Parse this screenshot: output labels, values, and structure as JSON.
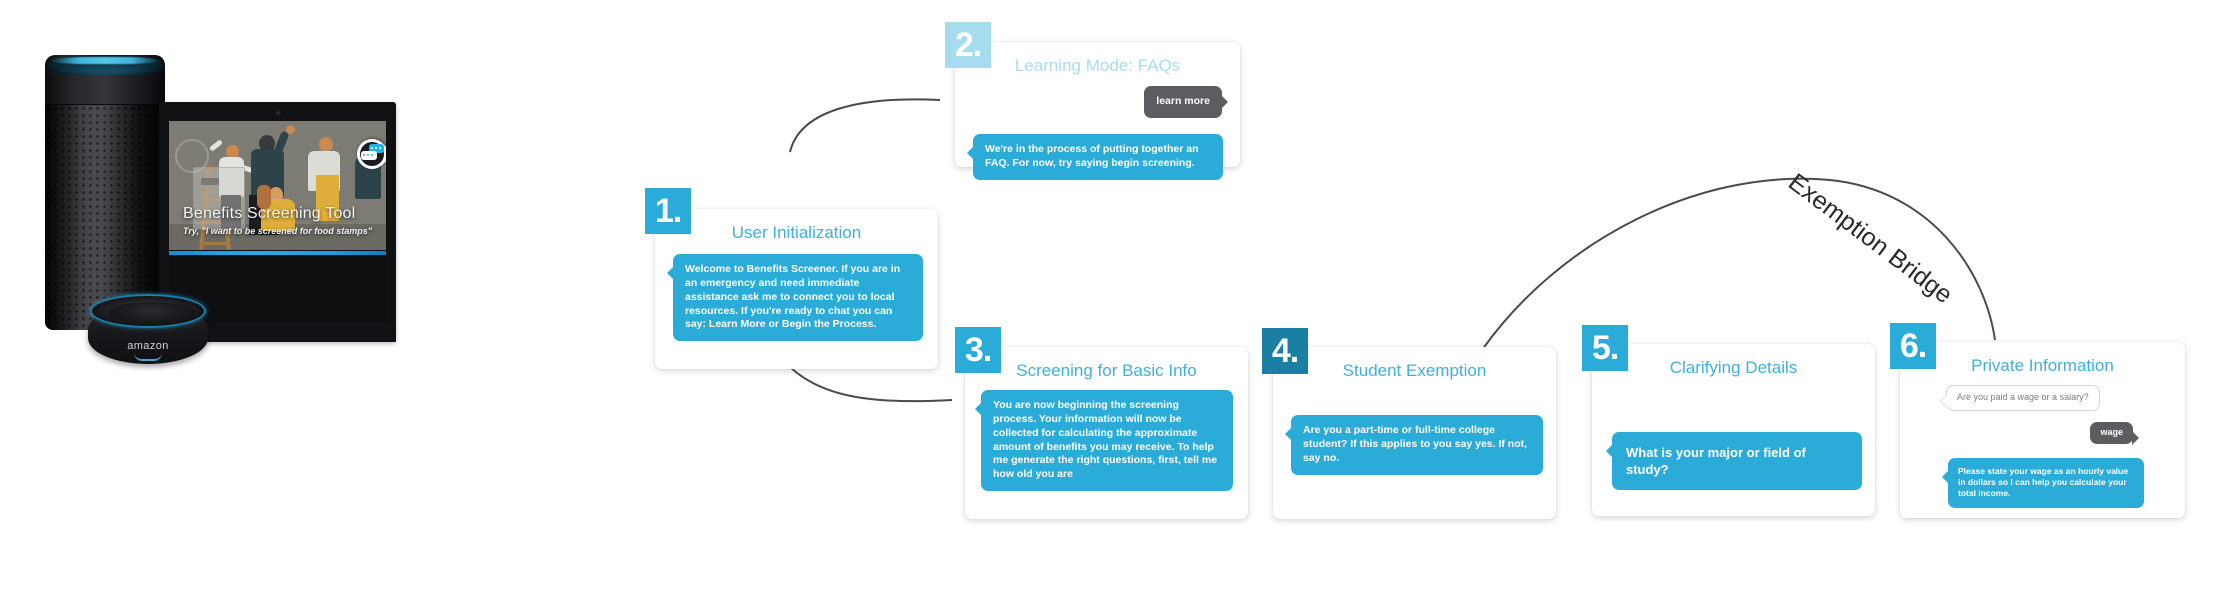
{
  "device": {
    "speaker_name": "amazon-echo",
    "dot_brand_label": "amazon",
    "screen": {
      "title": "Benefits Screening Tool",
      "subtitle": "Try, \"I want to be screened for food stamps\"",
      "chat_pin_icon": "chat-bubbles-icon"
    }
  },
  "bridge": {
    "label": "Exemption Bridge"
  },
  "flow": {
    "cards": [
      {
        "number": "1.",
        "title": "User Initialization",
        "badge_color": "#2bacd8",
        "messages": [
          {
            "role": "bot",
            "text": "Welcome to Benefits Screener. If you are in an emergency and need immediate assistance ask me to connect you to local resources. If you're ready to chat you can say: Learn More or Begin the Process."
          }
        ]
      },
      {
        "number": "2.",
        "title": "Learning Mode: FAQs",
        "badge_color": "#a7dcef",
        "messages": [
          {
            "role": "user",
            "text": "learn more"
          },
          {
            "role": "bot",
            "text": "We're in the process of putting together an FAQ. For now, try saying begin screening."
          }
        ]
      },
      {
        "number": "3.",
        "title": "Screening for Basic Info",
        "badge_color": "#2bacd8",
        "messages": [
          {
            "role": "bot",
            "text": "You are now beginning the screening process. Your information will now be collected for calculating the approximate amount of benefits you may receive. To help me generate the right questions, first, tell me how old you are"
          }
        ]
      },
      {
        "number": "4.",
        "title": "Student Exemption",
        "badge_color": "#1b7fa3",
        "messages": [
          {
            "role": "bot",
            "text": "Are you a part-time or full-time college student? If this applies to you say yes. If not, say no."
          }
        ]
      },
      {
        "number": "5.",
        "title": "Clarifying Details",
        "badge_color": "#2bacd8",
        "messages": [
          {
            "role": "bot",
            "text": "What is your major or field of study?"
          }
        ]
      },
      {
        "number": "6.",
        "title": "Private Information",
        "badge_color": "#2bacd8",
        "messages": [
          {
            "role": "ghost",
            "text": "Are you paid a wage or a salary?"
          },
          {
            "role": "user",
            "text": "wage"
          },
          {
            "role": "bot",
            "text": "Please state your wage as an hourly value in dollars so I can help you calculate your total income."
          }
        ]
      }
    ]
  },
  "colors": {
    "accent_blue": "#2bacd8",
    "title_blue": "#3fb0de",
    "pale_blue": "#a7dcef",
    "deep_blue": "#1b7fa3",
    "user_grey": "#5d5d61",
    "connector_grey": "#4a4a4a"
  }
}
